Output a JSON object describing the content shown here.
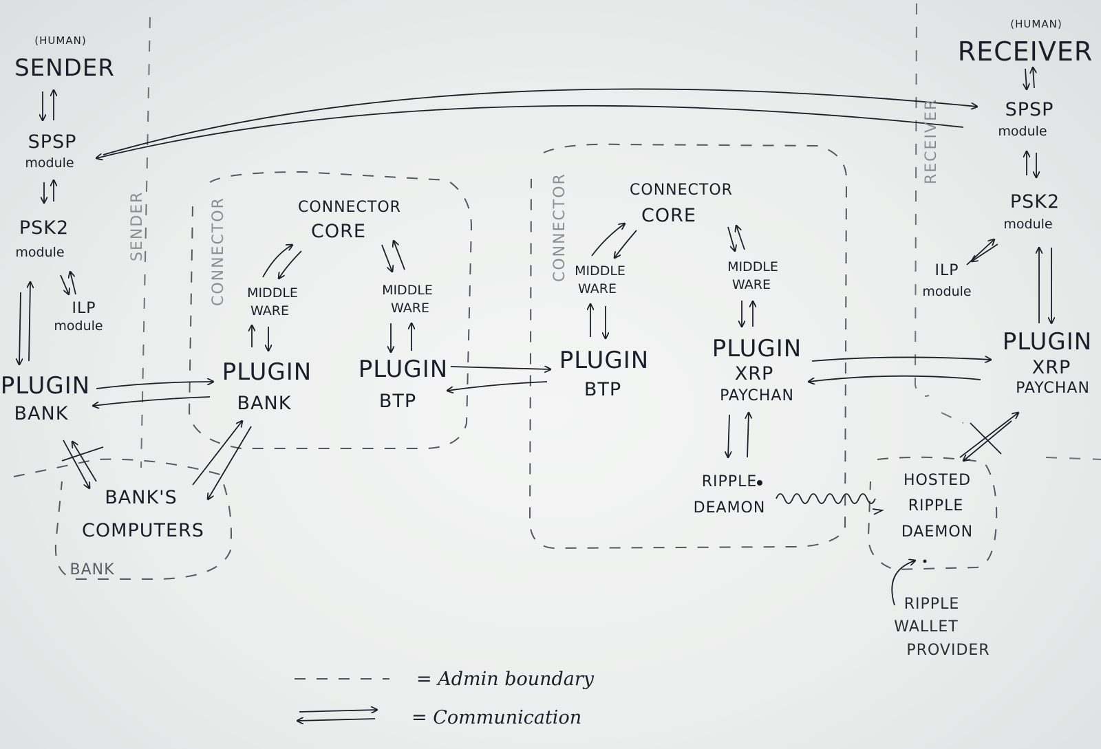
{
  "labels": {
    "sender_human": "(HUMAN)",
    "sender": "SENDER",
    "sender_spsp": "SPSP",
    "sender_spsp_module": "module",
    "sender_psk2": "PSK2",
    "sender_psk2_module": "module",
    "sender_ilp": "ILP",
    "sender_ilp_module": "module",
    "sender_plugin_1": "PLUGIN",
    "sender_plugin_2": "BANK",
    "sender_boundary": "SENDER",
    "banks_computers_1": "BANK'S",
    "banks_computers_2": "COMPUTERS",
    "bank_boundary": "BANK",
    "c1_boundary": "CONNECTOR",
    "c1_core_1": "CONNECTOR",
    "c1_core_2": "CORE",
    "c1_mw_left_1": "MIDDLE",
    "c1_mw_left_2": "WARE",
    "c1_mw_right_1": "MIDDLE",
    "c1_mw_right_2": "WARE",
    "c1_plugin_bank_1": "PLUGIN",
    "c1_plugin_bank_2": "BANK",
    "c1_plugin_btp_1": "PLUGIN",
    "c1_plugin_btp_2": "BTP",
    "c2_boundary": "CONNECTOR",
    "c2_core_1": "CONNECTOR",
    "c2_core_2": "CORE",
    "c2_mw_left_1": "MIDDLE",
    "c2_mw_left_2": "WARE",
    "c2_mw_right_1": "MIDDLE",
    "c2_mw_right_2": "WARE",
    "c2_plugin_btp_1": "PLUGIN",
    "c2_plugin_btp_2": "BTP",
    "c2_plugin_xrp_1": "PLUGIN",
    "c2_plugin_xrp_2": "XRP",
    "c2_plugin_xrp_3": "PAYCHAN",
    "c2_ripple_1": "RIPPLE",
    "c2_ripple_2": "DEAMON",
    "receiver_human": "(HUMAN)",
    "receiver": "RECEIVER",
    "receiver_spsp": "SPSP",
    "receiver_spsp_module": "module",
    "receiver_psk2": "PSK2",
    "receiver_psk2_module": "module",
    "receiver_ilp": "ILP",
    "receiver_ilp_module": "module",
    "receiver_plugin_1": "PLUGIN",
    "receiver_plugin_2": "XRP",
    "receiver_plugin_3": "PAYCHAN",
    "receiver_boundary": "RECEIVER",
    "hosted_1": "HOSTED",
    "hosted_2": "RIPPLE",
    "hosted_3": "DAEMON",
    "provider_1": "RIPPLE",
    "provider_2": "WALLET",
    "provider_3": "PROVIDER"
  },
  "legend": {
    "admin": "= Admin boundary",
    "comm": "= Communication"
  },
  "colors": {
    "ink": "#1b1e2a",
    "boundary": "#55595f",
    "paper": "#eef0ef"
  }
}
